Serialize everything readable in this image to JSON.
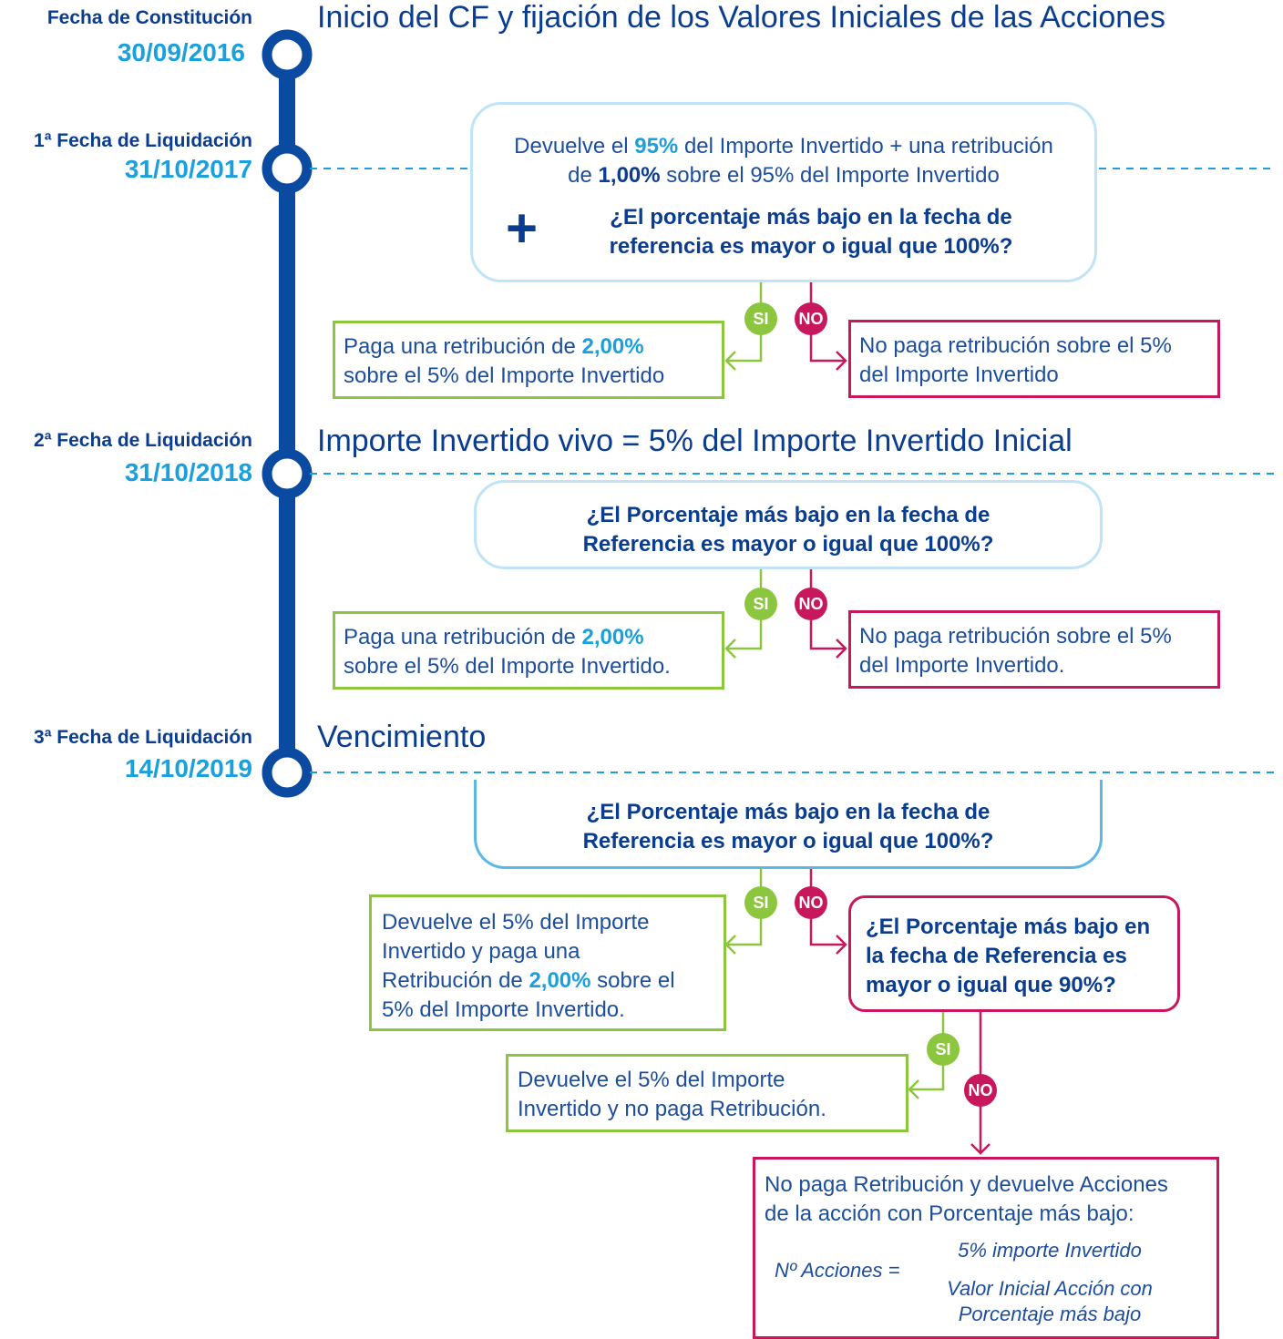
{
  "timeline": [
    {
      "label": "Fecha de Constitución",
      "date": "30/09/2016"
    },
    {
      "label": "1ª Fecha de Liquidación",
      "date": "31/10/2017"
    },
    {
      "label": "2ª Fecha de Liquidación",
      "date": "31/10/2018"
    },
    {
      "label": "3ª Fecha de Liquidación",
      "date": "14/10/2019"
    }
  ],
  "headings": {
    "h0": "Inicio del CF y fijación de los Valores Iniciales de las Acciones",
    "h2": "Importe Invertido vivo = 5% del Importe Invertido Inicial",
    "h3": "Vencimiento"
  },
  "step1": {
    "q_a1": "Devuelve el ",
    "q_a2": "95%",
    "q_a3": " del Importe Invertido + una retribución",
    "q_b1": "de ",
    "q_b2": "1,00%",
    "q_b3": " sobre el 95% del Importe Invertido",
    "plus": "+",
    "q_c": "¿El porcentaje más bajo en la fecha de",
    "q_d": "referencia es mayor o igual que 100%?",
    "si": "SI",
    "no": "NO",
    "yes_a1": "Paga una retribución de ",
    "yes_a2": "2,00%",
    "yes_b": "sobre el 5% del Importe Invertido",
    "no_a": "No paga retribución sobre el 5%",
    "no_b": "del Importe Invertido"
  },
  "step2": {
    "q_a": "¿El Porcentaje más bajo en la fecha de",
    "q_b": "Referencia es mayor o igual que 100%?",
    "si": "SI",
    "no": "NO",
    "yes_a1": "Paga una retribución de ",
    "yes_a2": "2,00%",
    "yes_b": "sobre el 5% del Importe Invertido.",
    "no_a": "No paga retribución sobre el 5%",
    "no_b": "del Importe Invertido."
  },
  "step3": {
    "q_a": "¿El Porcentaje más bajo en la fecha de",
    "q_b": "Referencia es mayor o igual que 100%?",
    "si": "SI",
    "no": "NO",
    "yes_a": "Devuelve el 5% del Importe",
    "yes_b": "Invertido y paga una",
    "yes_c1": "Retribución de ",
    "yes_c2": "2,00%",
    "yes_c3": " sobre el",
    "yes_d": "5% del  Importe Invertido.",
    "q2_a": "¿El Porcentaje más bajo en",
    "q2_b": "la fecha de Referencia es",
    "q2_c": "mayor o igual que 90%?",
    "si2": "SI",
    "no2": "NO",
    "yes2_a": "Devuelve el 5% del Importe",
    "yes2_b": "Invertido y no paga Retribución.",
    "final_a": "No paga Retribución y devuelve Acciones",
    "final_b": "de la acción con Porcentaje más bajo:",
    "formula_lhs": "Nº Acciones =",
    "formula_num": "5% importe Invertido",
    "formula_den_a": "Valor Inicial Acción con",
    "formula_den_b": "Porcentaje más bajo"
  },
  "colors": {
    "timeline": "#0a4aa0",
    "dashed": "#1aa0dd",
    "green": "#8cc63f",
    "red": "#c8175d"
  }
}
